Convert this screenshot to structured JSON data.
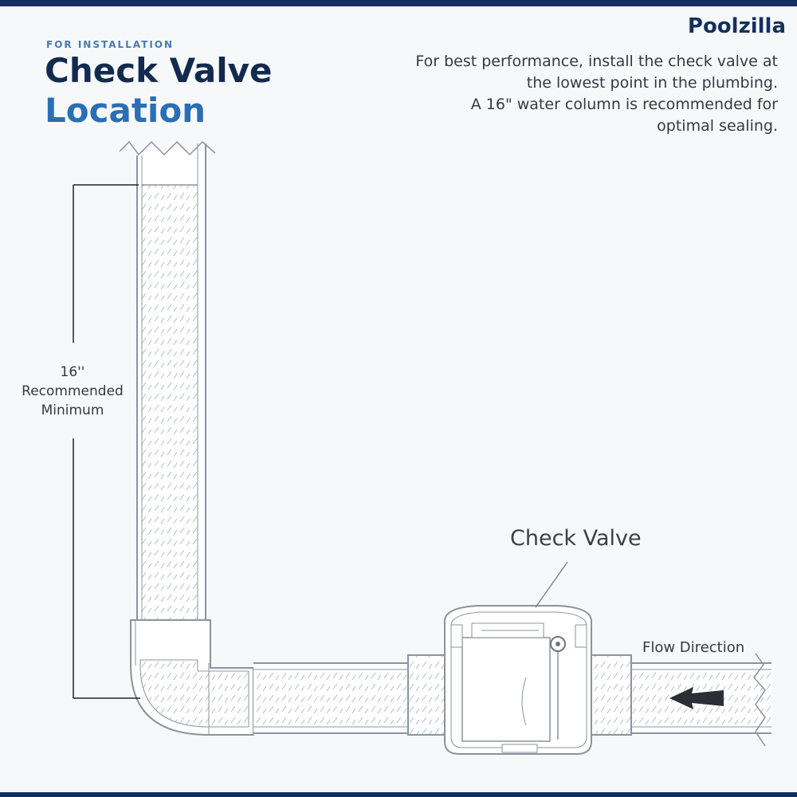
{
  "brand": "Poolzilla",
  "eyebrow": "FOR INSTALLATION",
  "title": {
    "line1": "Check Valve",
    "line2": "Location"
  },
  "note": {
    "line1": "For best performance, install the check valve at",
    "line2": "the lowest point in the plumbing.",
    "line3": "A 16\" water column is recommended for",
    "line4": "optimal sealing."
  },
  "dimension": {
    "line1": "16''",
    "line2": "Recommended",
    "line3": "Minimum"
  },
  "labels": {
    "valve": "Check Valve",
    "flow": "Flow Direction"
  },
  "colors": {
    "navy": "#14305e",
    "blue": "#2a6fb5",
    "pipe": "#8c939c",
    "water": "#b4bcc6",
    "arrow": "#2b2f35"
  }
}
